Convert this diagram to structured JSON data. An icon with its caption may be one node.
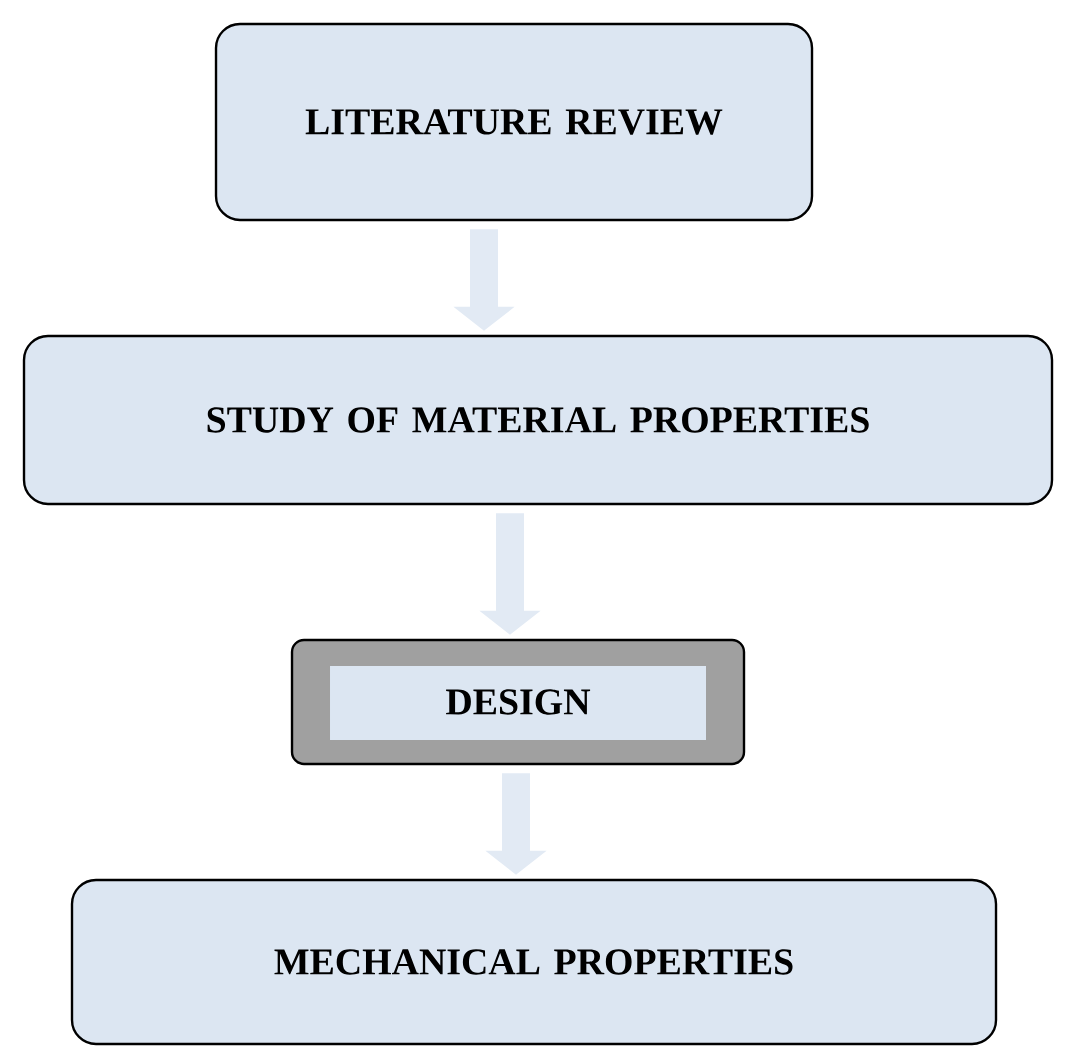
{
  "diagram": {
    "nodes": [
      {
        "text": [
          "LITERATURE REVIEW"
        ]
      },
      {
        "text": [
          "STUDY OF MATERIAL PROPERTIES"
        ]
      },
      {
        "text": [
          "DESIGN"
        ]
      },
      {
        "text": [
          "MECHANICAL PROPERTIES"
        ]
      }
    ],
    "edges": [
      {
        "from": 0,
        "to": 1,
        "arrow": "to"
      },
      {
        "from": 1,
        "to": 2,
        "arrow": "to"
      },
      {
        "from": 2,
        "to": 3,
        "arrow": "to"
      }
    ]
  }
}
